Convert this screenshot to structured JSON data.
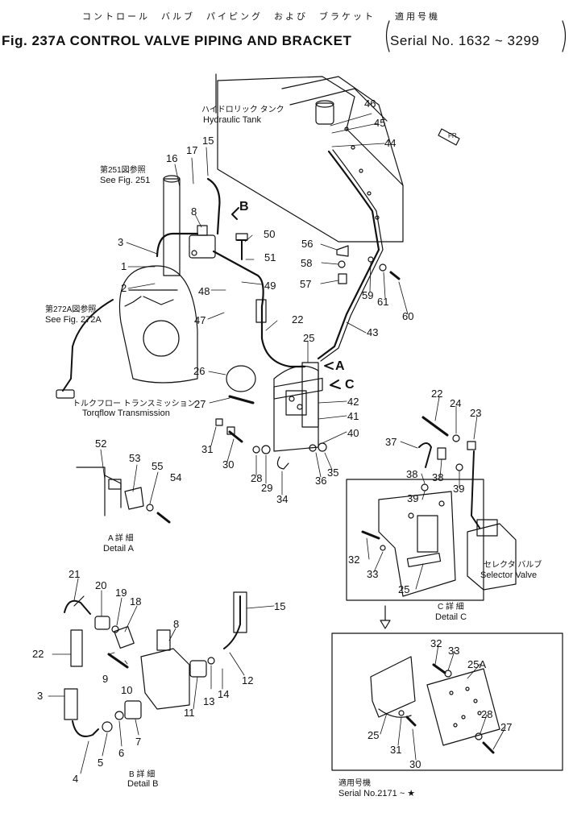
{
  "header": {
    "jp_title": "コントロール　バルブ　パイピング　および　ブラケット",
    "jp_serial": "適用号機",
    "title": "Fig. 237A  CONTROL VALVE PIPING AND BRACKET",
    "serial": "Serial No. 1632 ~ 3299"
  },
  "labels": {
    "hyd_jp": "ハイドロリック タンク",
    "hyd_en": "Hydraulic Tank",
    "f251_jp": "第251図参照",
    "f251_en": "See Fig. 251",
    "f272_jp": "第272A図参照",
    "f272_en": "See Fig. 272A",
    "torq_jp": "トルクフロー トランスミッション",
    "torq_en": "Torqflow Transmission",
    "sel_jp": "セレクタ バルブ",
    "sel_en": "Selector Valve",
    "detA_jp": "A 詳 細",
    "detA_en": "Detail A",
    "detB_jp": "B 詳 細",
    "detB_en": "Detail B",
    "detC_jp": "C 詳 細",
    "detC_en": "Detail C",
    "serial2_jp": "適用号機",
    "serial2_en": "Serial No.2171 ~ ★",
    "arrowA": "A",
    "arrowB": "B",
    "arrowC": "C",
    "front": "FR"
  },
  "parts": {
    "p46": "46",
    "p45": "45",
    "p44": "44",
    "p16": "16",
    "p17": "17",
    "p15a": "15",
    "p8a": "8",
    "p50": "50",
    "p51": "51",
    "p3a": "3",
    "p1": "1",
    "p2": "2",
    "p56": "56",
    "p58": "58",
    "p57": "57",
    "p59": "59",
    "p61": "61",
    "p60": "60",
    "p48": "48",
    "p49": "49",
    "p47": "47",
    "p22a": "22",
    "p43": "43",
    "p25a": "25",
    "p26": "26",
    "p27a": "27",
    "p42": "42",
    "p41": "41",
    "p40": "40",
    "p31a": "31",
    "p30a": "30",
    "p28a": "28",
    "p29": "29",
    "p34": "34",
    "p36": "36",
    "p35": "35",
    "p22b": "22",
    "p24": "24",
    "p23": "23",
    "p37": "37",
    "p38a": "38",
    "p38b": "38",
    "p39a": "39",
    "p39b": "39",
    "p32a": "32",
    "p33a": "33",
    "p25b": "25",
    "p52": "52",
    "p53": "53",
    "p55": "55",
    "p54": "54",
    "p21": "21",
    "p20": "20",
    "p19": "19",
    "p18": "18",
    "p8b": "8",
    "p15b": "15",
    "p22c": "22",
    "p9": "9",
    "p10": "10",
    "p11": "11",
    "p13": "13",
    "p14": "14",
    "p12": "12",
    "p3b": "3",
    "p5": "5",
    "p6": "6",
    "p7": "7",
    "p4": "4",
    "p32b": "32",
    "p33b": "33",
    "p25A": "25A",
    "p28b": "28",
    "p27b": "27",
    "p25c": "25",
    "p31b": "31",
    "p30b": "30"
  }
}
